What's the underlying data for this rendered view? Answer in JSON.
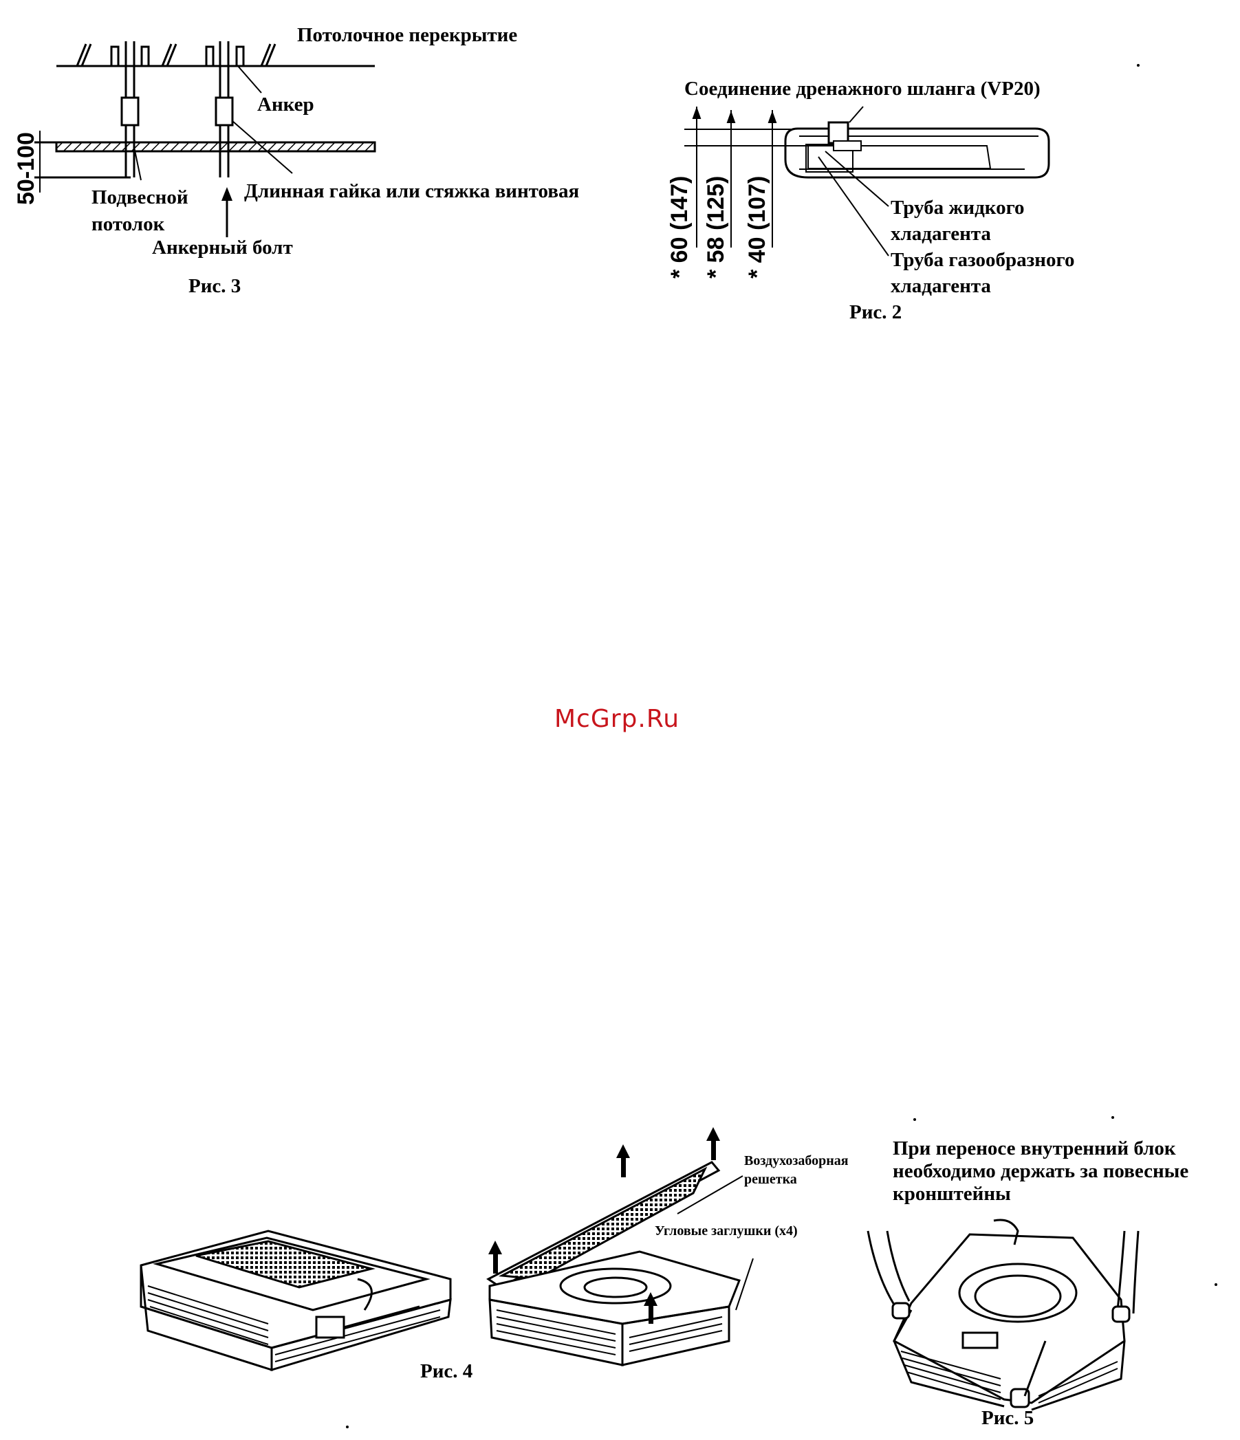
{
  "watermark": "McGrp.Ru",
  "fig3": {
    "caption": "Рис. 3",
    "ceiling_slab": "Потолочное перекрытие",
    "anchor": "Анкер",
    "suspended_ceiling_l1": "Подвесной",
    "suspended_ceiling_l2": "потолок",
    "long_nut": "Длинная гайка или стяжка винтовая",
    "anchor_bolt": "Анкерный болт",
    "dimension": "50-100"
  },
  "fig2": {
    "caption": "Рис. 2",
    "drain": "Соединение дренажного шланга (VP20)",
    "liquid_l1": "Труба жидкого",
    "liquid_l2": "хладагента",
    "gas_l1": "Труба газообразного",
    "gas_l2": "хладагента",
    "dims": [
      "* 60 (147)",
      "* 58 (125)",
      "* 40 (107)"
    ]
  },
  "fig4": {
    "caption": "Рис. 4",
    "grille_l1": "Воздухозаборная",
    "grille_l2": "решетка",
    "corner_caps": "Угловые заглушки (x4)"
  },
  "fig5": {
    "caption": "Рис. 5",
    "note_l1": "При переносе внутренний блок",
    "note_l2": "необходимо держать за повесные",
    "note_l3": "кронштейны"
  }
}
